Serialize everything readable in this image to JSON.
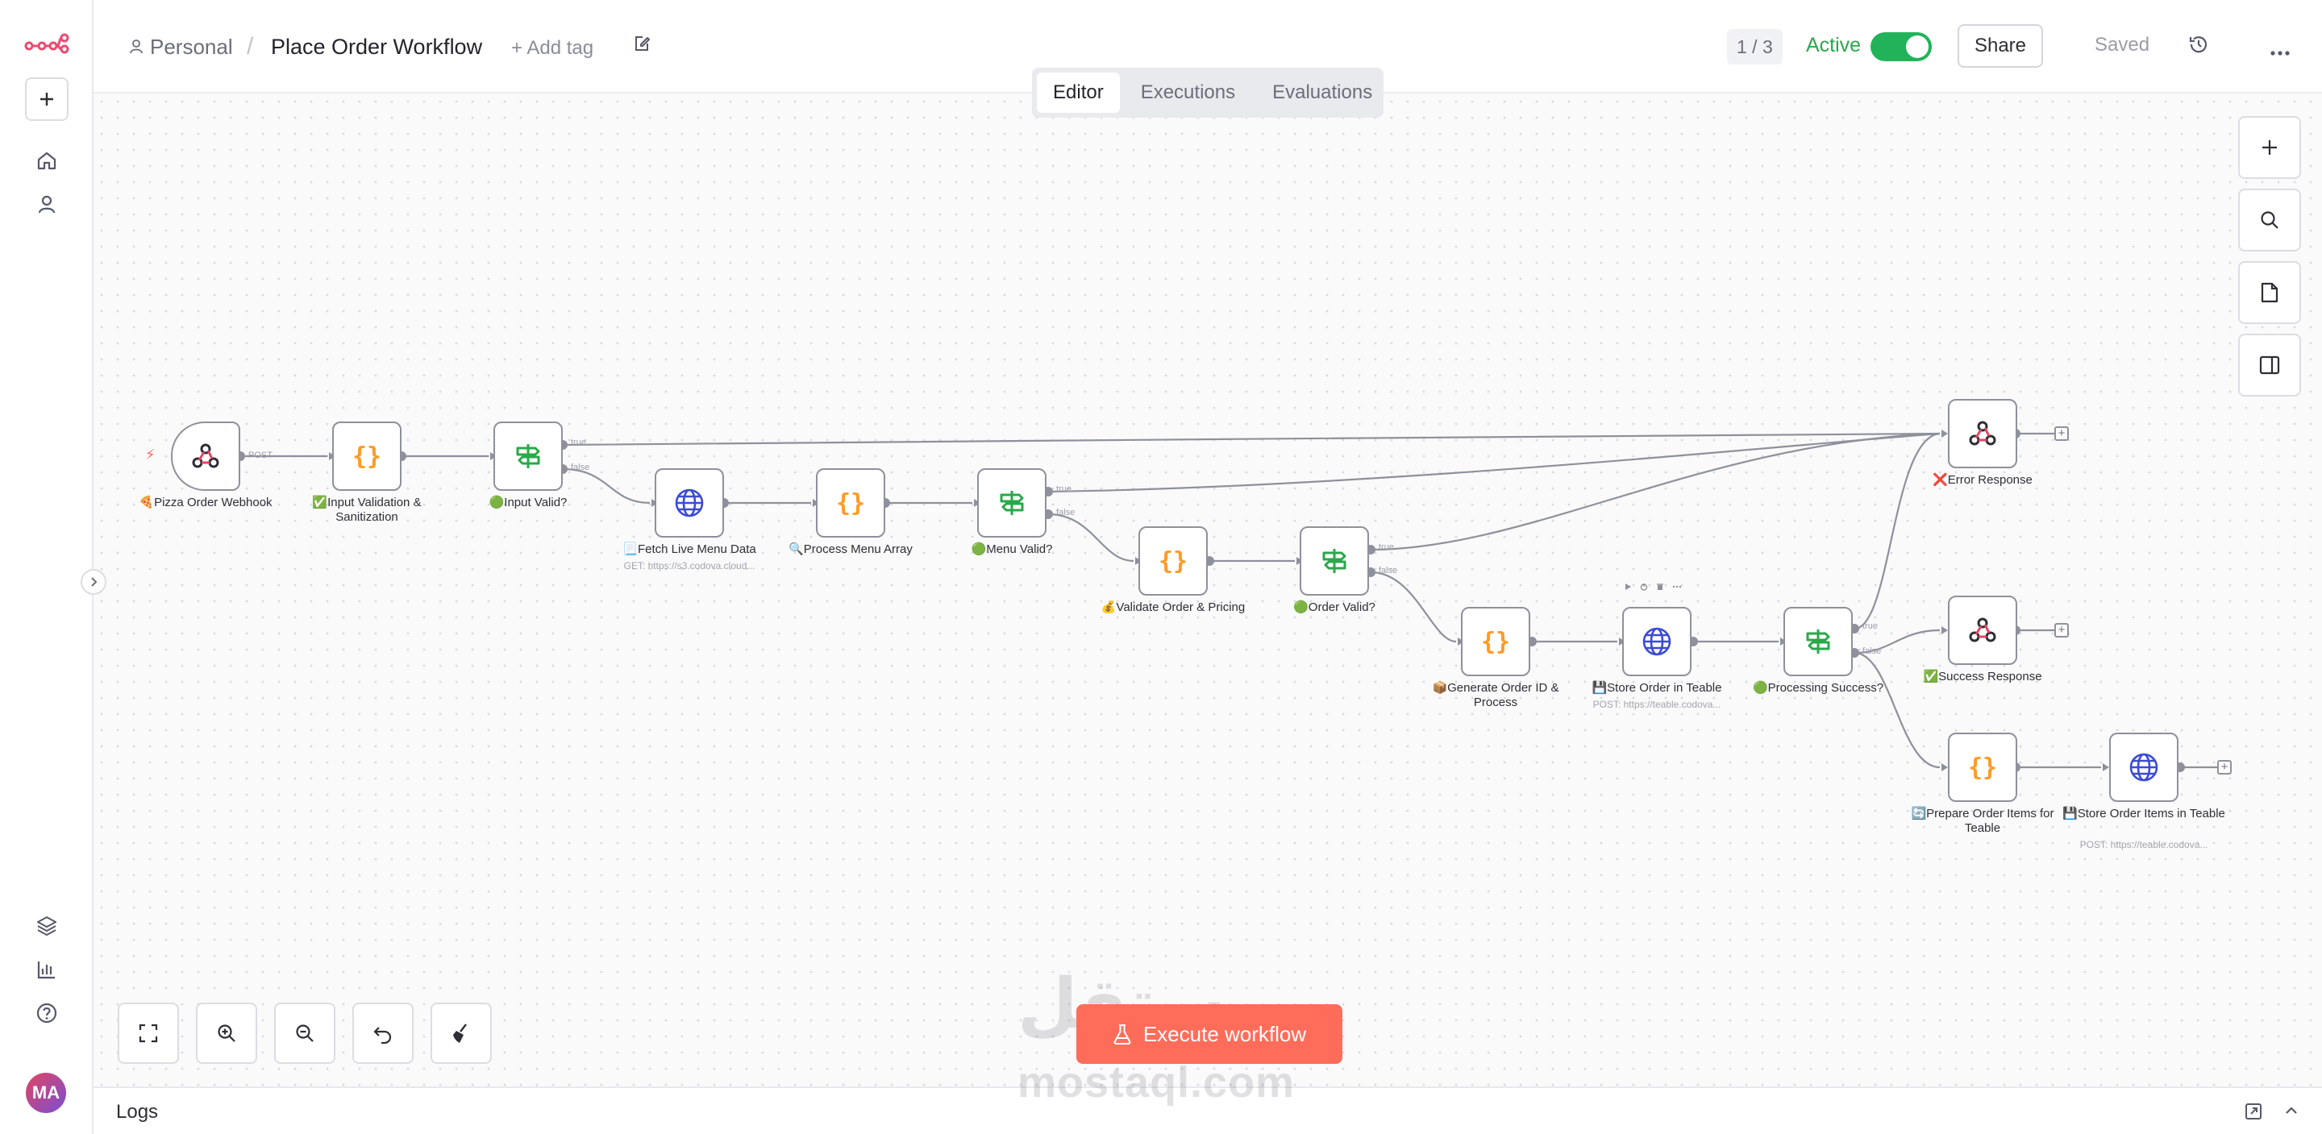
{
  "header": {
    "project": "Personal",
    "separator": "/",
    "workflow_title": "Place Order Workflow",
    "add_tag": "+ Add tag",
    "counter": "1 / 3",
    "active_label": "Active",
    "active": true,
    "share_label": "Share",
    "saved_label": "Saved"
  },
  "tabs": [
    {
      "label": "Editor",
      "active": true
    },
    {
      "label": "Executions",
      "active": false
    },
    {
      "label": "Evaluations",
      "active": false
    }
  ],
  "sidebar": {
    "avatar_initials": "MA",
    "icons": [
      "n8n-logo-icon",
      "plus-icon",
      "home-icon",
      "user-icon",
      "templates-icon",
      "insights-icon",
      "help-icon"
    ]
  },
  "nodes": {
    "webhook": {
      "label": "🍕Pizza Order Webhook",
      "type": "webhook",
      "port": "POST"
    },
    "validation": {
      "label": "✅Input Validation & Sanitization",
      "type": "code"
    },
    "input_valid": {
      "label": "🟢Input Valid?",
      "type": "if",
      "true": "true",
      "false": "false"
    },
    "fetch_menu": {
      "label": "📃Fetch Live Menu Data",
      "sub": "GET: https://s3.codova.cloud...",
      "type": "http"
    },
    "process_menu": {
      "label": "🔍Process Menu Array",
      "type": "code"
    },
    "menu_valid": {
      "label": "🟢Menu Valid?",
      "type": "if",
      "true": "true",
      "false": "false"
    },
    "validate_order": {
      "label": "💰Validate Order & Pricing",
      "type": "code"
    },
    "order_valid": {
      "label": "🟢Order Valid?",
      "type": "if",
      "true": "true",
      "false": "false"
    },
    "generate_id": {
      "label": "📦Generate Order ID & Process",
      "type": "code"
    },
    "store_order": {
      "label": "💾Store Order in Teable",
      "sub": "POST: https://teable.codova...",
      "type": "http"
    },
    "processing_success": {
      "label": "🟢Processing Success?",
      "type": "if",
      "true": "true",
      "false": "false"
    },
    "error_response": {
      "label": "❌Error Response",
      "type": "webhook"
    },
    "success_response": {
      "label": "✅Success Response",
      "type": "webhook"
    },
    "prepare_items": {
      "label": "🔄Prepare Order Items for Teable",
      "type": "code"
    },
    "store_items": {
      "label": "💾Store Order Items in Teable",
      "sub": "POST: https://teable.codova...",
      "type": "http"
    }
  },
  "execute_button": "Execute workflow",
  "watermark": "mostaql.com",
  "watermark_ar": "مستقل",
  "logs_label": "Logs",
  "colors": {
    "accent": "#ff6d5a",
    "active_green": "#22b35a",
    "code_orange": "#ff9b26",
    "if_green": "#2aa84a",
    "http_blue": "#3b4bd6"
  }
}
